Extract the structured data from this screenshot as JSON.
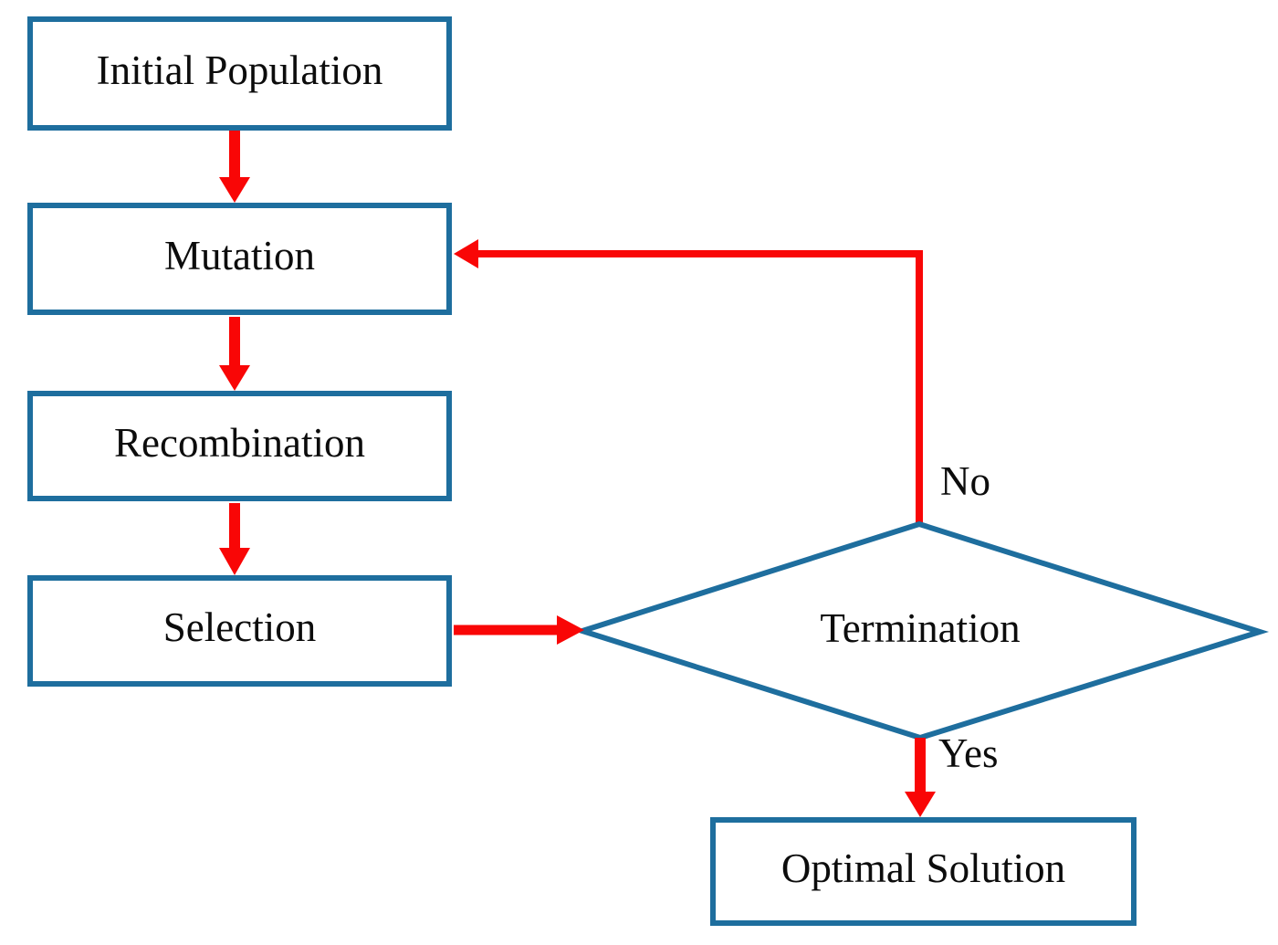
{
  "nodes": {
    "initial_population": {
      "label": "Initial Population",
      "shape": "rectangle"
    },
    "mutation": {
      "label": "Mutation",
      "shape": "rectangle"
    },
    "recombination": {
      "label": "Recombination",
      "shape": "rectangle"
    },
    "selection": {
      "label": "Selection",
      "shape": "rectangle"
    },
    "termination": {
      "label": "Termination",
      "shape": "diamond"
    },
    "optimal_solution": {
      "label": "Optimal Solution",
      "shape": "rectangle"
    }
  },
  "edge_labels": {
    "no": "No",
    "yes": "Yes"
  },
  "edges": [
    {
      "from": "initial_population",
      "to": "mutation"
    },
    {
      "from": "mutation",
      "to": "recombination"
    },
    {
      "from": "recombination",
      "to": "selection"
    },
    {
      "from": "selection",
      "to": "termination"
    },
    {
      "from": "termination",
      "to": "mutation",
      "label": "No"
    },
    {
      "from": "termination",
      "to": "optimal_solution",
      "label": "Yes"
    }
  ],
  "colors": {
    "box_border": "#1e6e9e",
    "arrow_red": "#f90606",
    "text": "#0c0c0c",
    "background": "#ffffff"
  }
}
